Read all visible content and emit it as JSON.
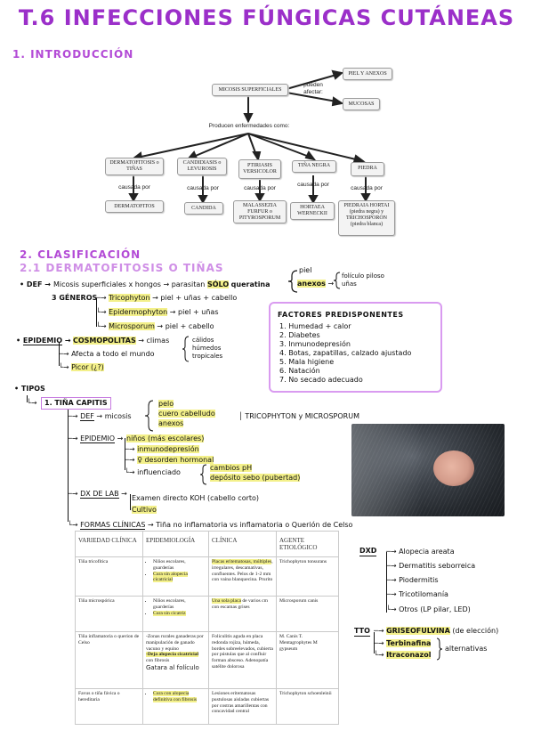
{
  "title": "T.6 INFECCIONES FÚNGICAS CUTÁNEAS",
  "intro": {
    "heading": "1. INTRODUCCIÓN",
    "concept_map": {
      "root": "MICOSIS SUPERFICIALES",
      "link_affect": "pueden afectar:",
      "affects": [
        "PIEL Y ANEXOS",
        "MUCOSAS"
      ],
      "produce": "Producen enfermedades como:",
      "diseases": [
        {
          "name": "DERMATOFITOSIS o TIÑAS",
          "cause": "DERMATOFITOS"
        },
        {
          "name": "CANDIDIASIS o LEVUROSIS",
          "cause": "CANDIDA"
        },
        {
          "name": "PTIRIASIS VERSICOLOR",
          "cause": "MALASSEZIA FURFUR o PITYROSPORUM"
        },
        {
          "name": "TIÑA NEGRA",
          "cause": "HORTAEA WERNECKII"
        },
        {
          "name": "PIEDRA",
          "cause": "PIEDRAIA HORTAI (piedra negra) y TRICHOSPORON (piedra blanca)"
        }
      ],
      "caused_by": "causada por"
    }
  },
  "clasif": {
    "heading": "2. CLASIFICACIÓN",
    "subheading": "2.1 DERMATOFITOSIS O TIÑAS",
    "def_label": "DEF",
    "def_text": "Micosis superficiales x hongos → parasitan",
    "def_solo": "SÓLO",
    "def_keratin": "queratina",
    "def_piel": "piel",
    "def_anexos": "anexos",
    "def_anexos_detail": "folículo piloso uñas",
    "generos_label": "3 GÉNEROS",
    "generos": [
      {
        "name": "Tricophyton",
        "sites": "piel + uñas + cabello"
      },
      {
        "name": "Epidermophyton",
        "sites": "piel + uñas"
      },
      {
        "name": "Microsporum",
        "sites": "piel + cabello"
      }
    ],
    "factors": {
      "title": "FACTORES PREDISPONENTES",
      "items": [
        "Humedad + calor",
        "Diabetes",
        "Inmunodepresión",
        "Botas, zapatillas, calzado ajustado",
        "Mala higiene",
        "Natación",
        "No secado adecuado"
      ]
    },
    "epidem_label": "EPIDEMIO",
    "cosmopolitas": "COSMOPOLITAS",
    "climas": "climas",
    "climas_detail": "cálidos húmedos tropicales",
    "afecta": "Afecta a todo el mundo",
    "picor": "Picor (¿?)"
  },
  "tipos": {
    "label": "TIPOS",
    "tina_capitis": "1. TIÑA CAPITIS",
    "def_label": "DEF",
    "micosis": "micosis",
    "sites": [
      "pelo",
      "cuero cabelludo",
      "anexos"
    ],
    "agents": "TRICOPHYTON y MICROSPORUM",
    "epidem_label": "EPIDEMIO",
    "epidem_items": [
      "niños (más escolares)",
      "inmunodepresión",
      "♀ desorden hormonal"
    ],
    "influenciado": "influenciado",
    "influ_items": [
      "cambios pH",
      "depósito sebo (pubertad)"
    ],
    "dx_label": "DX DE LAB",
    "dx_items": [
      "Examen directo KOH (cabello corto)",
      "Cultivo"
    ],
    "formas_label": "FORMAS CLÍNICAS",
    "formas_text": "Tiña no inflamatoria vs inflamatoria o Querión de Celso"
  },
  "table": {
    "headers": [
      "VARIEDAD CLÍNICA",
      "EPIDEMIOLOGÍA",
      "CLÍNICA",
      "AGENTE ETIOLÓGICO"
    ],
    "rows": [
      {
        "variedad": "Tiña tricofítica",
        "epi": [
          "Niños escolares, guarderías",
          "Cura sin alopecia cicatricial"
        ],
        "clinica_hl": "Placas eritematosas, múltiples",
        "clinica": ", irregulares, descamativas, confluentes. Pelos de 1-2 mm con vaina blanquecina. Prurito",
        "agente": "Trichophyton tonsurans"
      },
      {
        "variedad": "Tiña microspórica",
        "epi": [
          "Niños escolares, guarderías",
          "Cura sin cicatriz"
        ],
        "clinica_hl": "Una sola placa",
        "clinica": " de varios cm con escamas grises",
        "agente": "Microsporum canis"
      },
      {
        "variedad": "Tiña inflamatoria o querion de Celso",
        "epi_text": "-Zonas rurales ganaderas por manipulación de ganado vacuno y equino",
        "epi_hl": "-Deja alopecia cicatricial",
        "epi_text2": " con fibrosis",
        "epi_hand": "Gatara al folículo",
        "clinica": "Foliculitis aguda en placa redonda rojiza, húmeda, bordes sobreelevados, cubierta por pústulas que al confluir forman absceso. Adenopatía satélite dolorosa",
        "agente": "M. Canis T. Mentagrophytes M gypseum"
      },
      {
        "variedad": "Favus o tiña fávica o hereditaria",
        "epi": [
          "Cura con alopecia definitiva con fibrosis"
        ],
        "clinica": "Lesiones eritematosas pustulosas aisladas cubiertas por costras amarillentas con concavidad central",
        "agente": "Trichophyton schoenleinii"
      }
    ]
  },
  "dxd": {
    "label": "DXD",
    "items": [
      "Alopecia areata",
      "Dermatitis seborreica",
      "Piodermitis",
      "Tricotilomanía",
      "Otros (LP pilar, LED)"
    ]
  },
  "tto": {
    "label": "TTO",
    "first": "GRISEOFULVINA",
    "first_note": "(de elección)",
    "alts": [
      "Terbinafina",
      "Itraconazol"
    ],
    "alt_label": "alternativas"
  },
  "colors": {
    "title": "#9b2fc9",
    "heading": "#b34bd6",
    "subheading": "#cf8ee6",
    "highlight": "#f3f08a",
    "box_border": "#d99bf0"
  }
}
